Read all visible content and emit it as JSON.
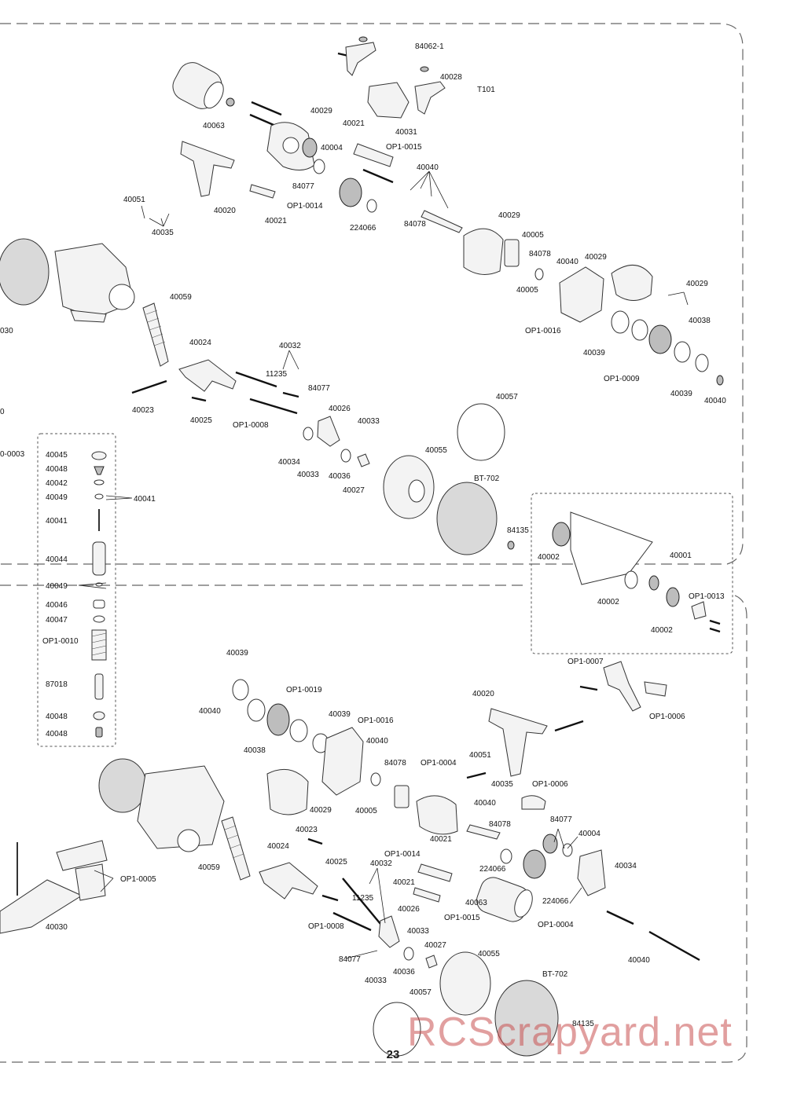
{
  "page_number": "23",
  "watermark": "RCScrapyard.net",
  "upper_assembly_labels": {
    "p84062_1": "84062-1",
    "p40028": "40028",
    "pT101": "T101",
    "p40063": "40063",
    "p40029a": "40029",
    "p40021a": "40021",
    "p40031": "40031",
    "p40004": "40004",
    "pOP1_0015": "OP1-0015",
    "p40040a": "40040",
    "p84077a": "84077",
    "pOP1_0014": "OP1-0014",
    "p40021b": "40021",
    "p224066": "224066",
    "p84078a": "84078",
    "p40051": "40051",
    "p40035": "40035",
    "p40020": "40020",
    "p40029b": "40029",
    "p40005a": "40005",
    "p84078b": "84078",
    "p40040b": "40040",
    "p40029c": "40029",
    "p40005b": "40005",
    "p40029d": "40029",
    "pOP1_0016": "OP1-0016",
    "p40038": "40038",
    "p40039a": "40039",
    "pOP1_0009": "OP1-0009",
    "p40039b": "40039",
    "p40040c": "40040",
    "p030": "030",
    "p40059": "40059",
    "p40024": "40024",
    "p40032": "40032",
    "p11235": "11235",
    "p84077b": "84077",
    "p40023": "40023",
    "p40025": "40025",
    "pOP1_0008": "OP1-0008",
    "p40026": "40026",
    "p40033a": "40033",
    "p40034": "40034",
    "p40033b": "40033",
    "p40036": "40036",
    "p40027": "40027",
    "p40057": "40057",
    "p40055": "40055",
    "pBT_702": "BT-702",
    "p84135": "84135",
    "p0": "0",
    "p0003": "0-0003"
  },
  "shock_parts": {
    "items": [
      "40045",
      "40048",
      "40042",
      "40049",
      "40041",
      "40044",
      "40049",
      "40046",
      "40047",
      "OP1-0010",
      "87018",
      "40048",
      "40048"
    ],
    "group_40041": "40041"
  },
  "slipper_inset_labels": {
    "p40002a": "40002",
    "p40001": "40001",
    "p40002b": "40002",
    "pOP1_0013": "OP1-0013",
    "p40002c": "40002"
  },
  "lower_assembly_labels": {
    "pOP1_0007": "OP1-0007",
    "pOP1_0006a": "OP1-0006",
    "p40039a": "40039",
    "pOP1_0019": "OP1-0019",
    "p40020": "40020",
    "p40040a": "40040",
    "p40039b": "40039",
    "pOP1_0016": "OP1-0016",
    "p40038": "40038",
    "p40040b": "40040",
    "p84078a": "84078",
    "pOP1_0004a": "OP1-0004",
    "p40051": "40051",
    "p40035": "40035",
    "pOP1_0006b": "OP1-0006",
    "p40005": "40005",
    "p40029": "40029",
    "p40040c": "40040",
    "p84077a": "84077",
    "p84078b": "84078",
    "p40004": "40004",
    "p40023": "40023",
    "p40021a": "40021",
    "p40024": "40024",
    "p40059": "40059",
    "pOP1_0014": "OP1-0014",
    "p40032": "40032",
    "p40025": "40025",
    "p40021b": "40021",
    "p224066a": "224066",
    "p40034": "40034",
    "pOP1_0005": "OP1-0005",
    "p11235": "11235",
    "p40063": "40063",
    "p224066b": "224066",
    "pOP1_0004b": "OP1-0004",
    "pOP1_0008": "OP1-0008",
    "p40026": "40026",
    "pOP1_0015": "OP1-0015",
    "p40030": "40030",
    "p40033a": "40033",
    "p40027": "40027",
    "p84077b": "84077",
    "p40036": "40036",
    "p40033b": "40033",
    "p40040d": "40040",
    "p40055": "40055",
    "pBT_702": "BT-702",
    "p40057": "40057",
    "p84135": "84135"
  }
}
